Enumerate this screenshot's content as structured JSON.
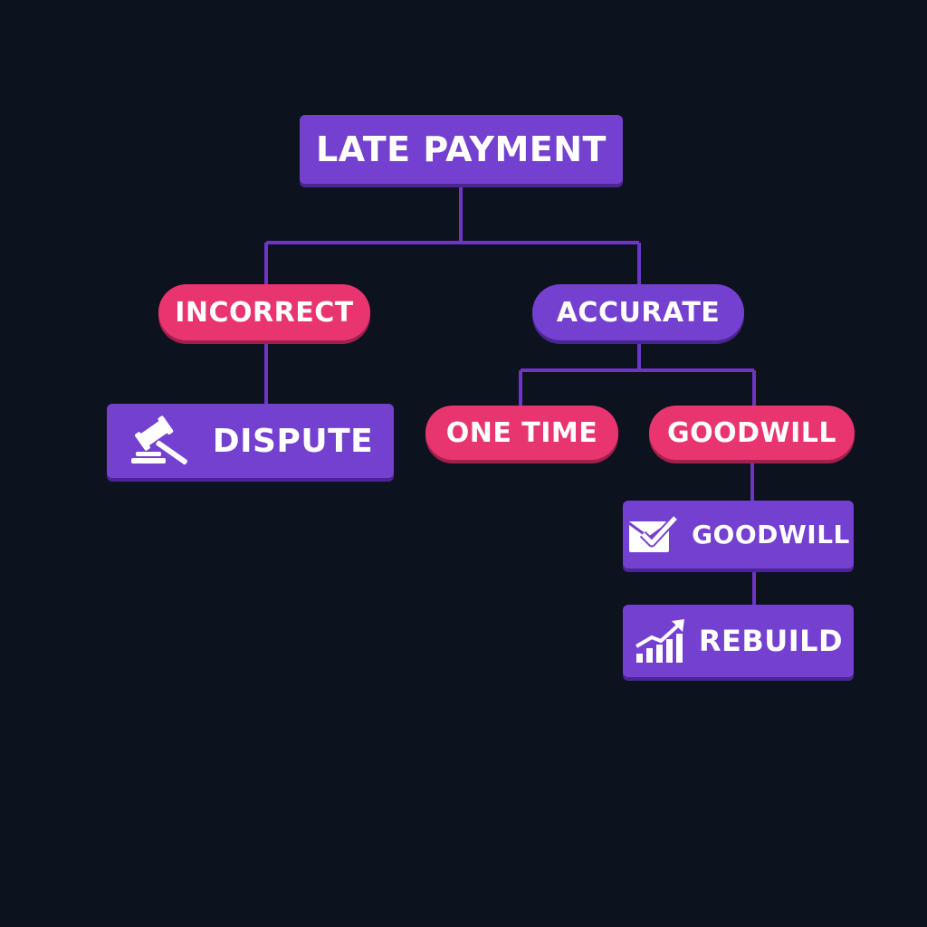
{
  "colors": {
    "background": "#0c121e",
    "node_purple": "#7440cf",
    "node_red": "#e9356f",
    "connector": "#6a36c2"
  },
  "diagram": {
    "root": {
      "label": "LATE PAYMENT"
    },
    "incorrect": {
      "label": "INCORRECT"
    },
    "accurate": {
      "label": "ACCURATE"
    },
    "dispute": {
      "label": "DISPUTE",
      "icon": "gavel-icon"
    },
    "one_time": {
      "label": "ONE TIME"
    },
    "goodwill_branch": {
      "label": "GOODWILL"
    },
    "goodwill_action": {
      "label": "GOODWILL",
      "icon": "letter-check-icon"
    },
    "rebuild": {
      "label": "REBUILD",
      "icon": "growth-chart-icon"
    }
  }
}
